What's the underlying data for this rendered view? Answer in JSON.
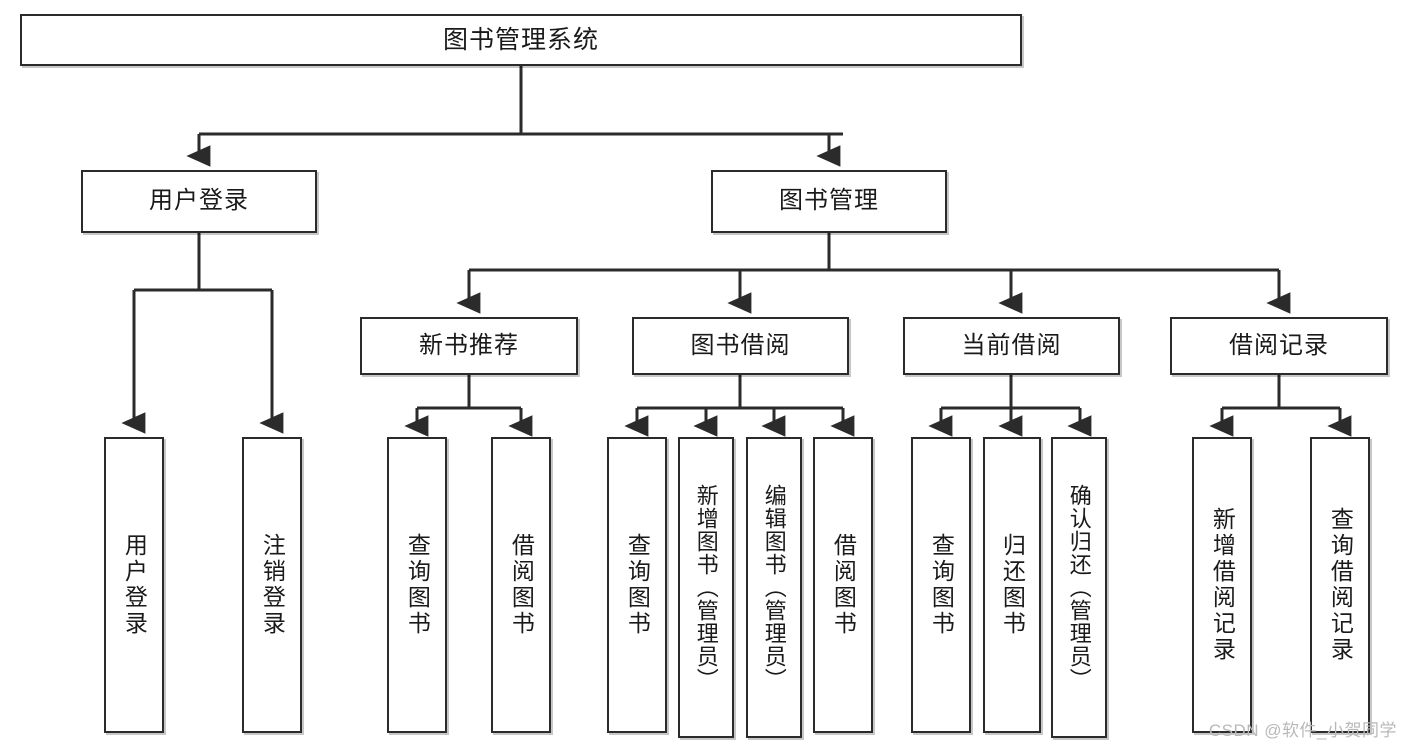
{
  "diagram": {
    "title": "图书管理系统",
    "watermark": "CSDN @软件_小贺同学",
    "colors": {
      "stroke": "#2b2b2b",
      "fill": "#ffffff",
      "text": "#1a1a1a",
      "watermark": "#b9b9b9"
    },
    "root": {
      "label": "图书管理系统"
    },
    "level2": [
      {
        "label": "用户登录"
      },
      {
        "label": "图书管理"
      }
    ],
    "level3": [
      {
        "label": "新书推荐"
      },
      {
        "label": "图书借阅"
      },
      {
        "label": "当前借阅"
      },
      {
        "label": "借阅记录"
      }
    ],
    "leaves": {
      "user_login": [
        {
          "label": "用户登录"
        },
        {
          "label": "注销登录"
        }
      ],
      "new_book": [
        {
          "label": "查询图书"
        },
        {
          "label": "借阅图书"
        }
      ],
      "book_borrow": [
        {
          "label": "查询图书"
        },
        {
          "label": "新增图书（管理员）"
        },
        {
          "label": "编辑图书（管理员）"
        },
        {
          "label": "借阅图书"
        }
      ],
      "current_borrow": [
        {
          "label": "查询图书"
        },
        {
          "label": "归还图书"
        },
        {
          "label": "确认归还（管理员）"
        }
      ],
      "borrow_record": [
        {
          "label": "新增借阅记录"
        },
        {
          "label": "查询借阅记录"
        }
      ]
    }
  }
}
